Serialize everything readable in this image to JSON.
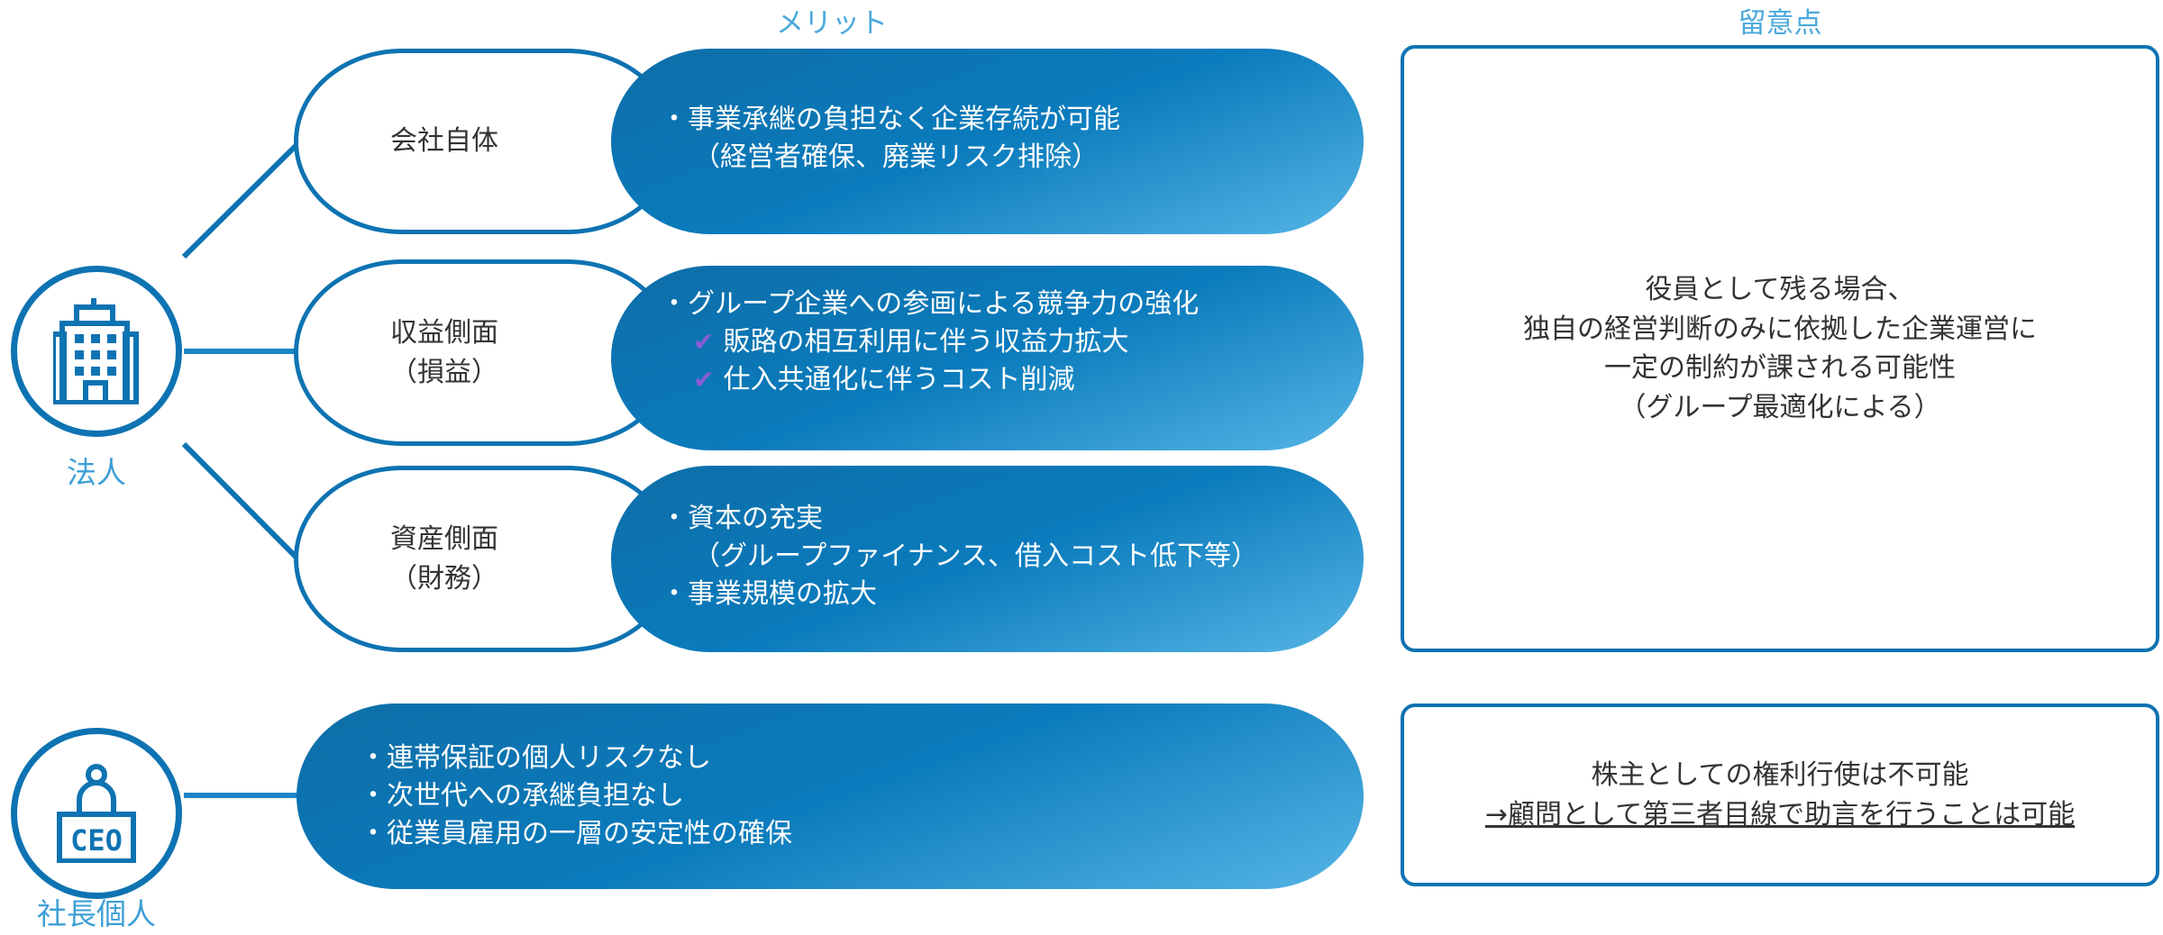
{
  "headers": {
    "merits": "メリット",
    "cautions": "留意点"
  },
  "entities": {
    "corporation": {
      "label": "法人",
      "icon": "building-icon"
    },
    "ceo": {
      "label": "社長個人",
      "icon": "ceo-person-icon",
      "badge_text": "CEO"
    }
  },
  "categories": [
    {
      "label_lines": [
        "会社自体"
      ],
      "merits": [
        {
          "type": "bullet",
          "text": "・事業承継の負担なく企業存続が可能"
        },
        {
          "type": "indent",
          "text": "（経営者確保、廃業リスク排除）"
        }
      ]
    },
    {
      "label_lines": [
        "収益側面",
        "（損益）"
      ],
      "merits": [
        {
          "type": "bullet",
          "text": "・グループ企業への参画による競争力の強化"
        },
        {
          "type": "check",
          "text": "販路の相互利用に伴う収益力拡大"
        },
        {
          "type": "check",
          "text": "仕入共通化に伴うコスト削減"
        }
      ]
    },
    {
      "label_lines": [
        "資産側面",
        "（財務）"
      ],
      "merits": [
        {
          "type": "bullet",
          "text": "・資本の充実"
        },
        {
          "type": "indent",
          "text": "（グループファイナンス、借入コスト低下等）"
        },
        {
          "type": "bullet",
          "text": "・事業規模の拡大"
        }
      ]
    }
  ],
  "ceo_merits": [
    "・連帯保証の個人リスクなし",
    "・次世代への承継負担なし",
    "・従業員雇用の一層の安定性の確保"
  ],
  "cautions": {
    "corporation": [
      "役員として残る場合、",
      "独自の経営判断のみに依拠した企業運営に",
      "一定の制約が課される可能性",
      "（グループ最適化による）"
    ],
    "ceo": [
      "株主としての権利行使は不可能",
      "→顧問として第三者目線で助言を行うことは可能"
    ]
  },
  "colors": {
    "primary": "#0e73b2",
    "light": "#4aa8dc",
    "check": "#8a5cd6"
  }
}
